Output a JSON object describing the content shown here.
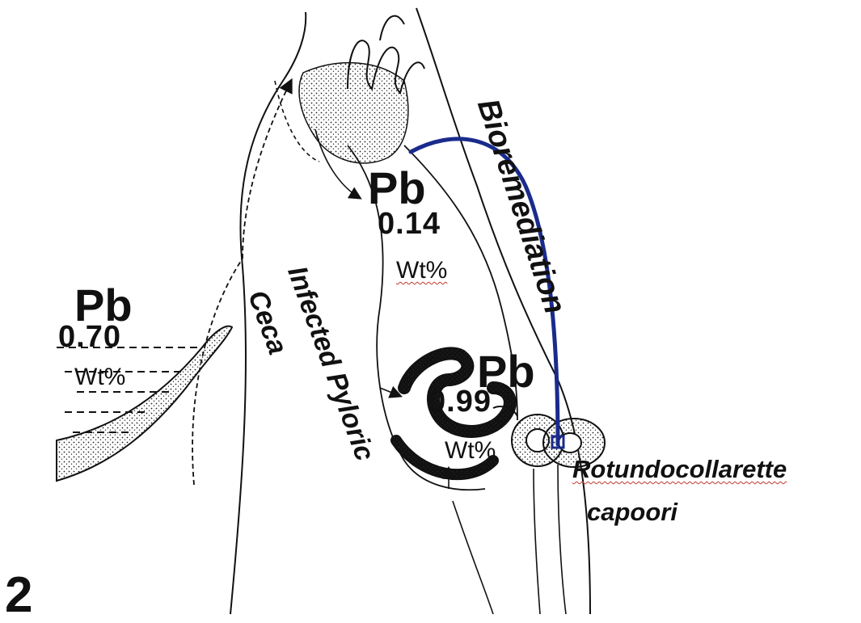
{
  "figure_number": "2",
  "labels": {
    "pb_intestine": {
      "element": "Pb",
      "value": "0.14",
      "unit": "Wt%"
    },
    "pb_water": {
      "element": "Pb",
      "value": "0.70",
      "unit": "Wt%"
    },
    "pb_worm": {
      "element": "Pb",
      "value": "0.99",
      "unit": "Wt%"
    },
    "bioremediation": "Bioremediation",
    "infected_pyloric_line1": "Infected Pyloric",
    "infected_pyloric_line2": "Ceca",
    "species_line1": "Rotundocollarette",
    "species_line2": "capoori"
  },
  "colors": {
    "ink": "#111111",
    "arc": "#1a2b8c",
    "spell_underline": "#c0392b"
  }
}
